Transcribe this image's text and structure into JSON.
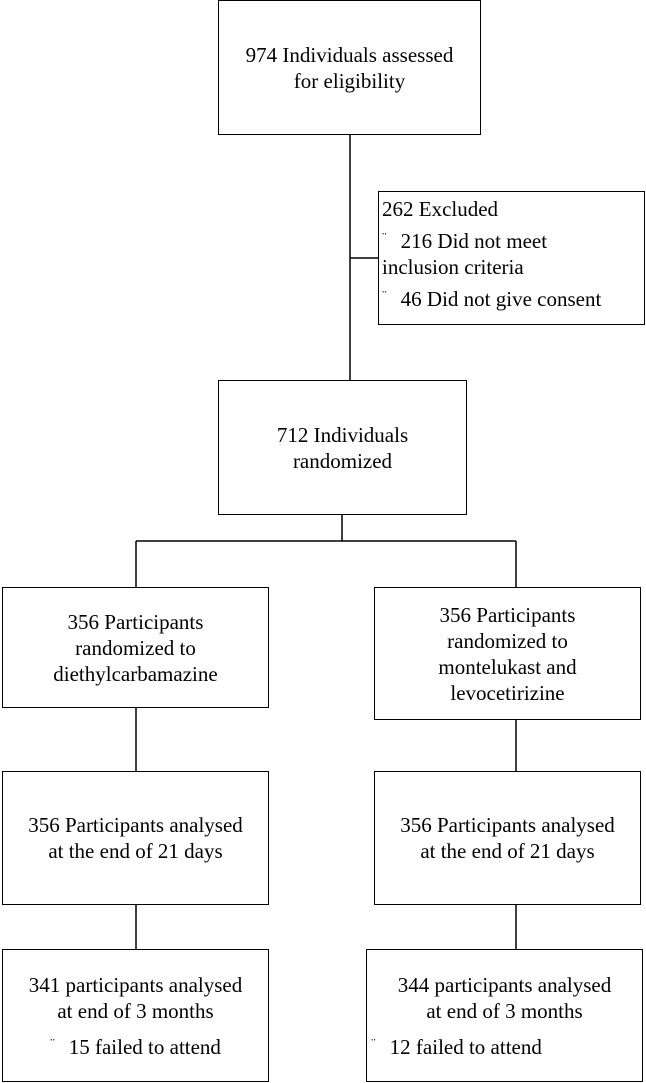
{
  "assessed": [
    "974 Individuals assessed",
    "for eligibility"
  ],
  "excluded": {
    "title": "262 Excluded",
    "bullet_symbol": "¨",
    "items": [
      [
        "216 Did not meet",
        "inclusion criteria"
      ],
      [
        "46 Did not give consent"
      ]
    ]
  },
  "randomized": [
    "712 Individuals",
    "randomized"
  ],
  "left_arm": {
    "allocation": [
      "356 Participants",
      "randomized to",
      "diethylcarbamazine"
    ],
    "analysis_21": [
      "356 Participants analysed",
      "at the end of 21 days"
    ],
    "analysis_3m": [
      "341 participants analysed",
      "at end of 3 months"
    ],
    "lost_note": "15 failed to attend"
  },
  "right_arm": {
    "allocation": [
      "356 Participants",
      "randomized to",
      "montelukast and",
      "levocetirizine"
    ],
    "analysis_21": [
      "356 Participants analysed",
      "at the end of 21 days"
    ],
    "analysis_3m": [
      "344 participants analysed",
      "at end of 3 months"
    ],
    "lost_note": "12 failed to attend"
  }
}
